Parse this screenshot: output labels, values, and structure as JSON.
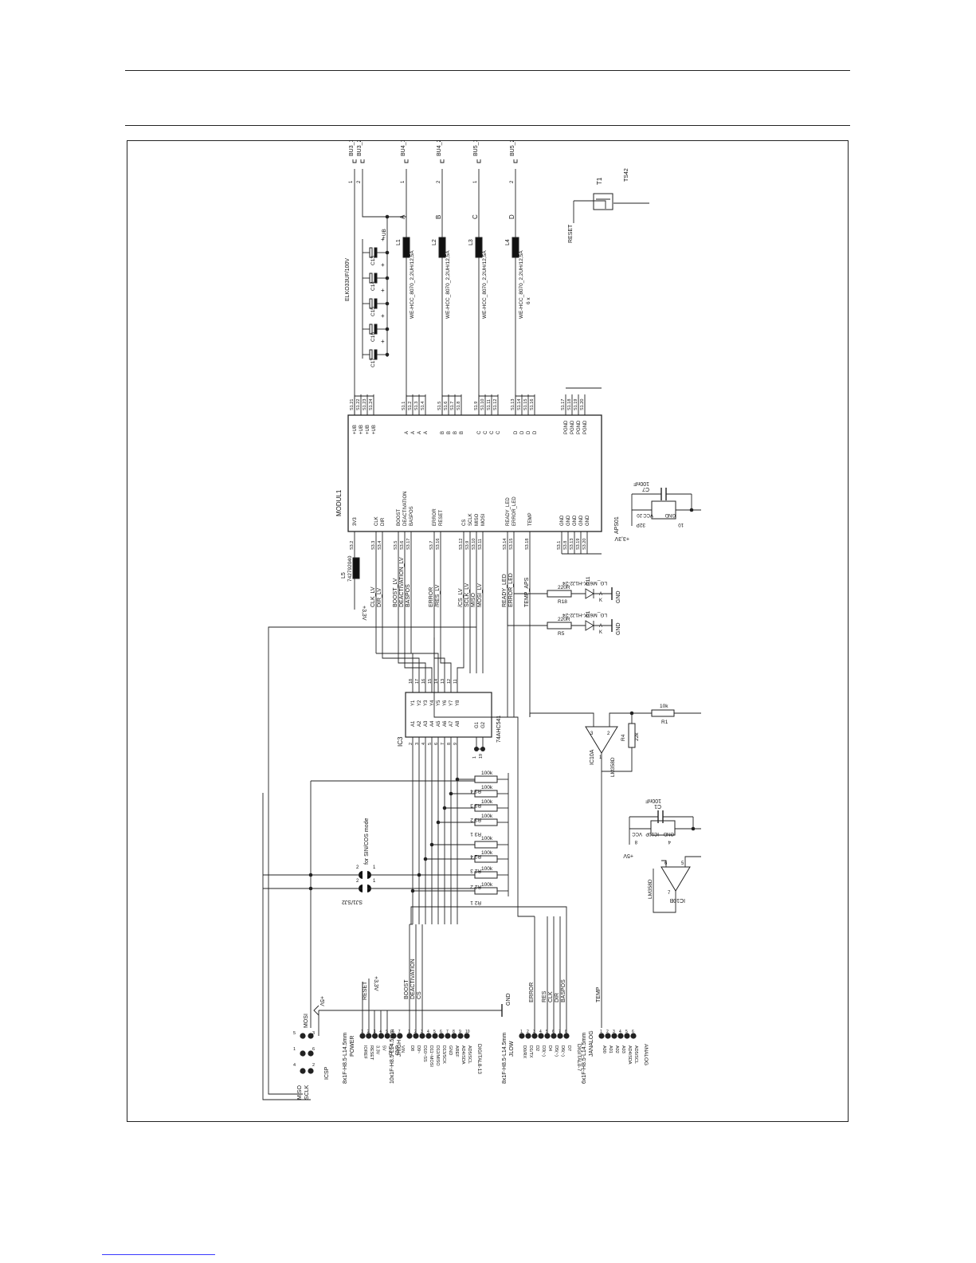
{
  "schematic": {
    "connectors_top": [
      "BU3_1",
      "BU3_2",
      "BU4_1",
      "BU4_2",
      "BU5_1",
      "BU5_2"
    ],
    "inductors": [
      {
        "ref": "L1",
        "net": "A",
        "pin": "1"
      },
      {
        "ref": "L2",
        "net": "B",
        "pin": "2"
      },
      {
        "ref": "L3",
        "net": "C",
        "pin": "1"
      },
      {
        "ref": "L4",
        "net": "D",
        "pin": "2"
      }
    ],
    "inductor_value": "WE-HCC_8070_2,2UH/12,5A",
    "inductor_multiplier": "6 x",
    "elko_value": "ELKO33UF/100V",
    "ub_label": "+UB",
    "capacitors": [
      "C13",
      "C14",
      "C15",
      "C16",
      "C17",
      "C18"
    ],
    "switch": {
      "ref": "T1",
      "part": "TS42",
      "net": "RESET"
    },
    "module": {
      "ref": "MODUL1",
      "part": "APS01",
      "left_pins": [
        "3V3",
        "CLK",
        "DIR",
        "BOOST",
        "DEACTIVATION",
        "BASPOS",
        "ERROR",
        "RESET",
        "CS",
        "SCLK",
        "MISO",
        "MOSI",
        "READY_LED",
        "ERROR_LED",
        "TEMP",
        "GND",
        "GND",
        "GND",
        "GND",
        "GND"
      ],
      "right_pins": [
        "+UB",
        "+UB",
        "+UB",
        "+UB",
        "A",
        "A",
        "A",
        "A",
        "B",
        "B",
        "B",
        "B",
        "C",
        "C",
        "C",
        "C",
        "D",
        "D",
        "D",
        "D",
        "PGND",
        "PGND",
        "PGND",
        "PGND"
      ],
      "right_pads": [
        "S1.21",
        "S1.22",
        "S1.23",
        "S1.24",
        "S1.1",
        "S1.2",
        "S1.3",
        "S1.4",
        "S1.5",
        "S1.6",
        "S1.7",
        "S1.8",
        "S1.9",
        "S1.10",
        "S1.11",
        "S1.12",
        "S1.13",
        "S1.14",
        "S1.15",
        "S1.16",
        "S1.17",
        "S1.18",
        "S1.19",
        "S1.20"
      ],
      "left_pads": [
        "S3.2",
        "S3.3",
        "S3.4",
        "S3.5",
        "S3.6",
        "S3.17",
        "S3.7",
        "S3.16",
        "S3.12",
        "S3.9",
        "S3.10",
        "S3.11",
        "S3.14",
        "S3.15",
        "S3.18",
        "S3.1",
        "S3.8",
        "S3.13",
        "S3.19",
        "S3.20"
      ]
    },
    "l5": {
      "ref": "L5",
      "part": "742792040",
      "supply": "+3,3V"
    },
    "lv_nets": [
      "CLK_LV",
      "DIR_LV",
      "BOOST_LV",
      "DEACTIVATION_LV",
      "BASPOS",
      "ERROR",
      "/RES_LV",
      "/CS_LV",
      "SCLK_LV",
      "MISO",
      "MOSI_LV",
      "READY_LED",
      "ERROR_LED",
      "TEMP_APS"
    ],
    "leds": [
      {
        "ref": "D1",
        "part": "LG_M67K-H1J2-24",
        "resistor": "R5",
        "value": "220R",
        "gnd": "GND",
        "k": "K",
        "a": "A"
      },
      {
        "ref": "D11",
        "part": "LG_M67K-H1J2-24",
        "resistor": "R18",
        "value": "220R",
        "gnd": "GND",
        "k": "K",
        "a": "A"
      }
    ],
    "decoupling": [
      {
        "ref": "C7",
        "value": "100nF",
        "ic": "32P",
        "vcc": "VCC",
        "gnd": "GND",
        "supply": "+3,3V",
        "pin_a": "20",
        "pin_b": "10"
      },
      {
        "ref": "C1",
        "value": "100nF",
        "ic": "IC10P",
        "vcc": "VCC",
        "gnd": "GND",
        "supply": "+5V",
        "pin_a": "8",
        "pin_b": "4"
      }
    ],
    "buffer": {
      "ref": "IC3",
      "part": "74AHC541",
      "a_pins": [
        "A1",
        "A2",
        "A3",
        "A4",
        "A5",
        "A6",
        "A7",
        "A8"
      ],
      "y_pins": [
        "Y1",
        "Y2",
        "Y3",
        "Y4",
        "Y5",
        "Y6",
        "Y7",
        "Y8"
      ],
      "g_pins": [
        "G1",
        "G2"
      ],
      "in_nums": [
        "2",
        "3",
        "4",
        "5",
        "6",
        "7",
        "8",
        "9"
      ],
      "out_nums": [
        "18",
        "17",
        "16",
        "15",
        "14",
        "13",
        "12",
        "11"
      ],
      "g_nums": [
        "1",
        "19"
      ]
    },
    "opamps": [
      {
        "ref": "IC10A",
        "part": "LM358D",
        "pins": [
          "3",
          "2",
          "1"
        ]
      },
      {
        "ref": "IC10B",
        "part": "LM358D",
        "pins": [
          "5",
          "6",
          "7"
        ]
      }
    ],
    "r1": {
      "ref": "R1",
      "value": "10k"
    },
    "r4": {
      "ref": "R4",
      "value": "22k"
    },
    "pullups": [
      {
        "ref": "R3_4",
        "value": "100k"
      },
      {
        "ref": "R3_3",
        "value": "100k"
      },
      {
        "ref": "R3_2",
        "value": "100k"
      },
      {
        "ref": "R3_1",
        "value": "100k"
      },
      {
        "ref": "R2_4",
        "value": "100k"
      },
      {
        "ref": "R2_3",
        "value": "100k"
      },
      {
        "ref": "R2_2",
        "value": "100k"
      },
      {
        "ref": "R2_1",
        "value": "100k"
      }
    ],
    "jumpers": {
      "refs": [
        "SJ1",
        "SJ2"
      ],
      "note": "for SIN/COS mode",
      "pins": [
        "1",
        "2"
      ]
    },
    "icsp": {
      "ref": "ICSP",
      "signals": [
        "MISO",
        "SCLK",
        "MOSI"
      ],
      "pin_nums": [
        "5",
        "3",
        "1",
        "6",
        "4",
        "2"
      ]
    },
    "power_header": {
      "ref": "POWER",
      "part": "8x1F-H8.5-L14.5mm",
      "pins": [
        "IOREF",
        "RESET",
        "3.3V",
        "5V",
        "GND",
        "GND",
        "VIN"
      ],
      "nets": [
        "RESET",
        "+3,3V",
        "+5V"
      ],
      "gnd": "GND"
    },
    "jhigh": {
      "ref": "JHIGH",
      "part": "10x1F-H8.5-L14.5mm",
      "group": "DIGITAL8-13",
      "pins": [
        "D8",
        "D9~",
        "D10~SS",
        "D11~MOSI",
        "D12/MISO",
        "D13/SCK",
        "GND",
        "AREF",
        "AD4/SDA",
        "AD5/SCL"
      ],
      "nets": [
        "BOOST",
        "DEACTIVATION",
        "CS"
      ]
    },
    "jlow": {
      "ref": "JLOW",
      "part": "8x1F-H8.5-L14.5mm",
      "group": "DIGITAL0-7",
      "pins": [
        "D0/RX",
        "D1/TX",
        "D2",
        "D3(~)",
        "D4",
        "D5(~)",
        "D6(~)",
        "D7"
      ],
      "nets": [
        "ERROR",
        "RES",
        "CLK",
        "DIR",
        "BASPOS"
      ]
    },
    "janalog": {
      "ref": "JANALOG",
      "part": "6x1F-H8.5-L14.5mm",
      "group": "ANALOG",
      "pins": [
        "A00",
        "A01",
        "A02",
        "A03",
        "AD4/SDA",
        "AD5/SCL"
      ],
      "nets": [
        "TEMP"
      ]
    }
  }
}
